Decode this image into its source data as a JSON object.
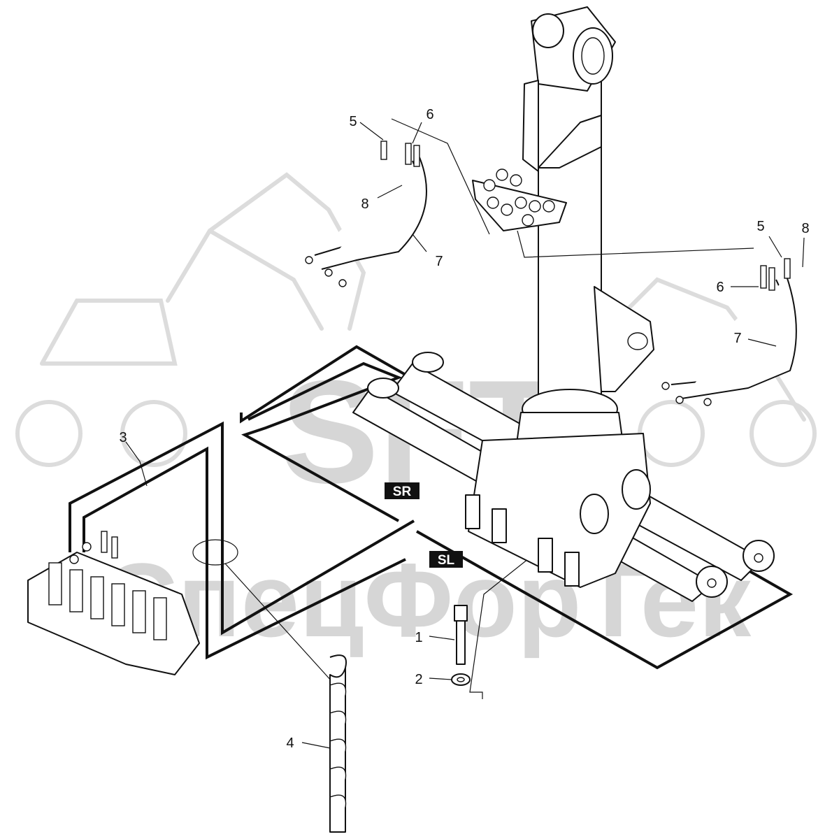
{
  "watermark": {
    "brand": "SFT",
    "company": "СпецФорТек",
    "color": "#d6d6d6"
  },
  "labels": {
    "sr": "SR",
    "sl": "SL"
  },
  "callouts": [
    {
      "id": "c1",
      "text": "1"
    },
    {
      "id": "c2",
      "text": "2"
    },
    {
      "id": "c3",
      "text": "3"
    },
    {
      "id": "c4",
      "text": "4"
    },
    {
      "id": "c5a",
      "text": "5"
    },
    {
      "id": "c6a",
      "text": "6"
    },
    {
      "id": "c7a",
      "text": "7"
    },
    {
      "id": "c8a",
      "text": "8"
    },
    {
      "id": "c5b",
      "text": "5"
    },
    {
      "id": "c6b",
      "text": "6"
    },
    {
      "id": "c7b",
      "text": "7"
    },
    {
      "id": "c8b",
      "text": "8"
    }
  ],
  "colors": {
    "ink": "#111111",
    "tag_bg": "#111111",
    "tag_text": "#ffffff"
  }
}
